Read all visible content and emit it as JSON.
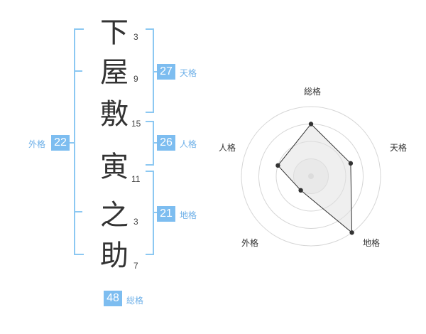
{
  "name": {
    "characters": [
      {
        "char": "下",
        "strokes": "3"
      },
      {
        "char": "屋",
        "strokes": "9"
      },
      {
        "char": "敷",
        "strokes": "15"
      },
      {
        "char": "寅",
        "strokes": "11"
      },
      {
        "char": "之",
        "strokes": "3"
      },
      {
        "char": "助",
        "strokes": "7"
      }
    ]
  },
  "kakusu": {
    "tenkaku": {
      "value": "27",
      "label": "天格"
    },
    "jinkaku": {
      "value": "26",
      "label": "人格"
    },
    "chikaku": {
      "value": "21",
      "label": "地格"
    },
    "gaikaku": {
      "value": "22",
      "label": "外格"
    },
    "soukaku": {
      "value": "48",
      "label": "総格"
    }
  },
  "colors": {
    "accent": "#7dbdf0",
    "bracket": "#8cc8f2",
    "text": "#333333"
  },
  "chart_data": {
    "type": "radar",
    "axes": [
      "総格",
      "天格",
      "地格",
      "外格",
      "人格"
    ],
    "rings": 4,
    "values": [
      3.0,
      2.4,
      4.0,
      1.0,
      2.0
    ],
    "max": 4
  }
}
